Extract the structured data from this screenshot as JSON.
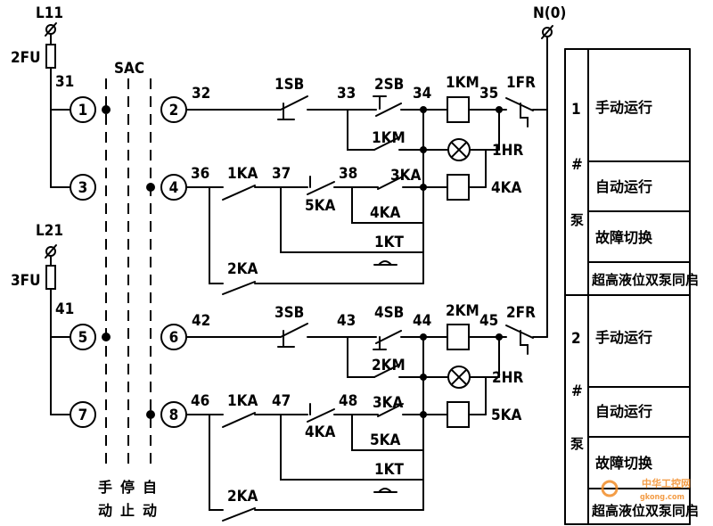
{
  "supply": {
    "l1": "L11",
    "l2": "L21",
    "neutral": "N(0)",
    "fuse1": "2FU",
    "fuse2": "3FU"
  },
  "switch": {
    "name": "SAC",
    "pos_manual": [
      "手",
      "动"
    ],
    "pos_stop": [
      "停",
      "止"
    ],
    "pos_auto": [
      "自",
      "动"
    ]
  },
  "terminals": [
    "1",
    "2",
    "3",
    "4",
    "5",
    "6",
    "7",
    "8"
  ],
  "wires": [
    "31",
    "32",
    "33",
    "34",
    "35",
    "36",
    "37",
    "38",
    "41",
    "42",
    "43",
    "44",
    "45",
    "46",
    "47",
    "48"
  ],
  "devices": {
    "sb1": "1SB",
    "sb2": "2SB",
    "km1": "1KM",
    "fr1": "1FR",
    "hr1": "1HR",
    "ka4": "4KA",
    "sb3": "3SB",
    "sb4": "4SB",
    "km2": "2KM",
    "fr2": "2FR",
    "hr2": "2HR",
    "ka5": "5KA",
    "ka1": "1KA",
    "ka2": "2KA",
    "ka3": "3KA",
    "kt1": "1KT"
  },
  "legend": {
    "pump1": {
      "number": "1",
      "hash": "#",
      "pump": "泵",
      "rows": [
        "手动运行",
        "自动运行",
        "故障切换",
        "超高液位双泵同启"
      ]
    },
    "pump2": {
      "number": "2",
      "hash": "#",
      "pump": "泵",
      "rows": [
        "手动运行",
        "自动运行",
        "故障切换",
        "超高液位双泵同启"
      ]
    }
  },
  "watermark": {
    "line1": "中华工控网",
    "line2": "gkong.com"
  }
}
